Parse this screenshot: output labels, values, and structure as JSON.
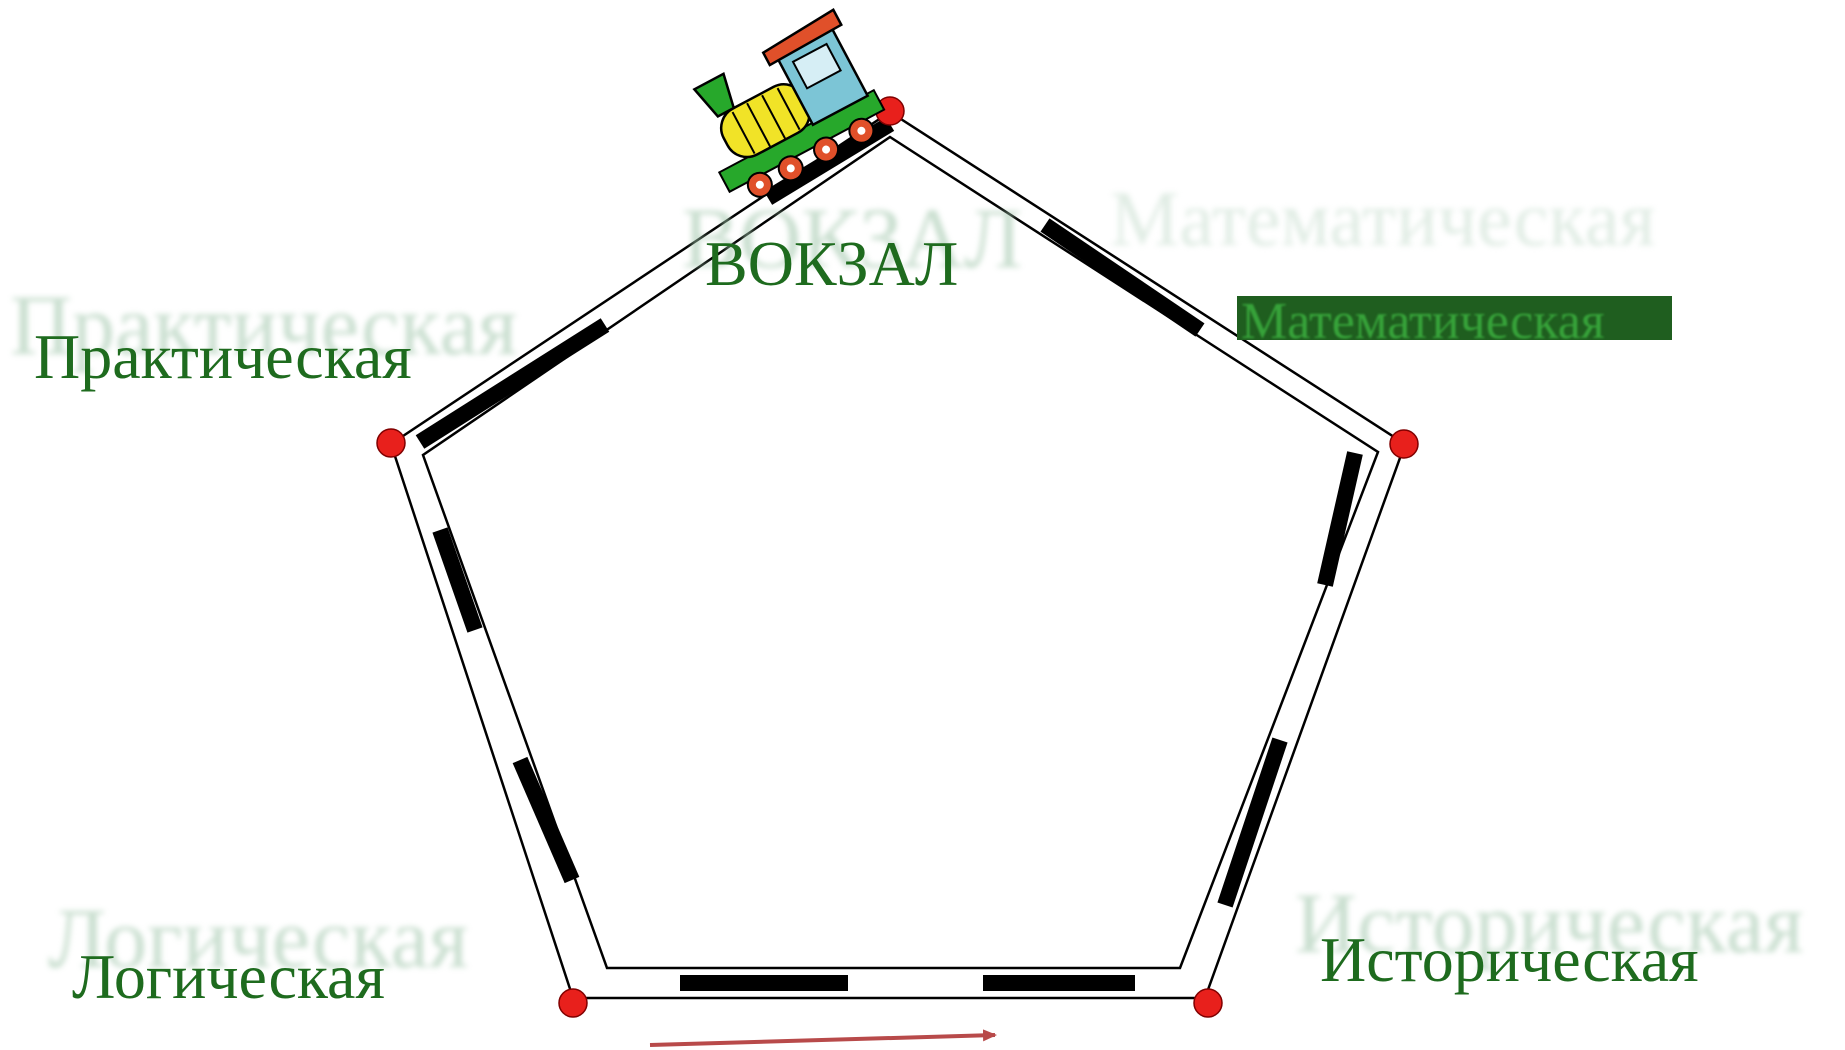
{
  "stations": {
    "station": "ВОКЗАЛ",
    "math": "Математическая",
    "practical": "Практическая",
    "logical": "Логическая",
    "historical": "Историческая"
  },
  "colors": {
    "label_green": "#1e6b1e",
    "ghost_green": "#9dc4a8",
    "vertex_red": "#e8201c",
    "arrow_red": "#b84a4a",
    "rail_black": "#000000"
  },
  "icons": [
    "train-icon",
    "direction-arrow-icon"
  ]
}
